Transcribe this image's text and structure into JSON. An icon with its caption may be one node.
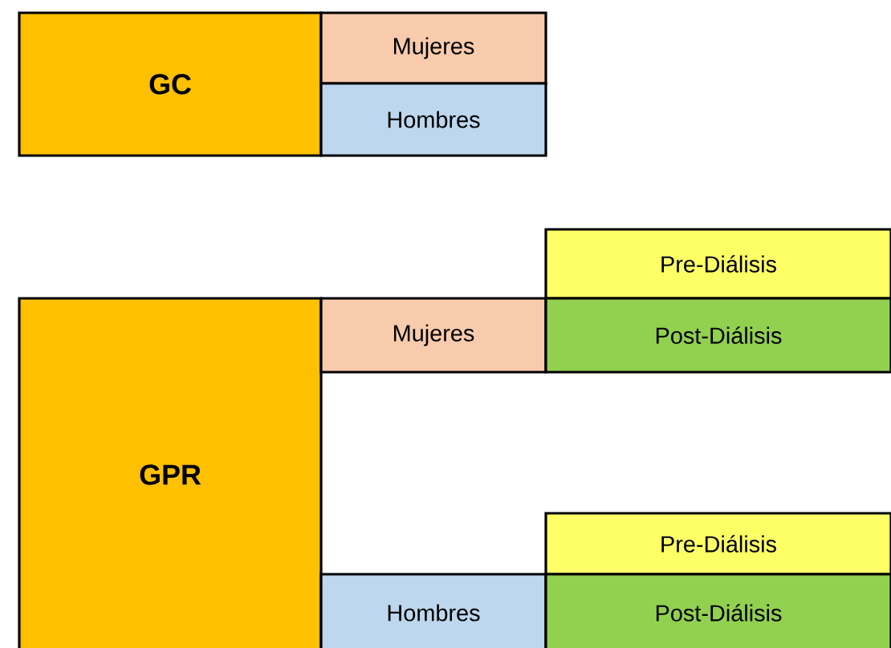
{
  "diagram": {
    "nodes": [
      {
        "text": [
          "GC"
        ]
      },
      {
        "text": [
          "Mujeres"
        ]
      },
      {
        "text": [
          "Hombres"
        ]
      },
      {
        "text": [
          "Pre-Diálisis"
        ]
      },
      {
        "text": [
          "GPR"
        ]
      },
      {
        "text": [
          "Mujeres"
        ]
      },
      {
        "text": [
          "Post-Diálisis"
        ]
      },
      {
        "text": [
          "Pre-Diálisis"
        ]
      },
      {
        "text": [
          "Hombres"
        ]
      },
      {
        "text": [
          "Post-Diálisis"
        ]
      }
    ]
  }
}
